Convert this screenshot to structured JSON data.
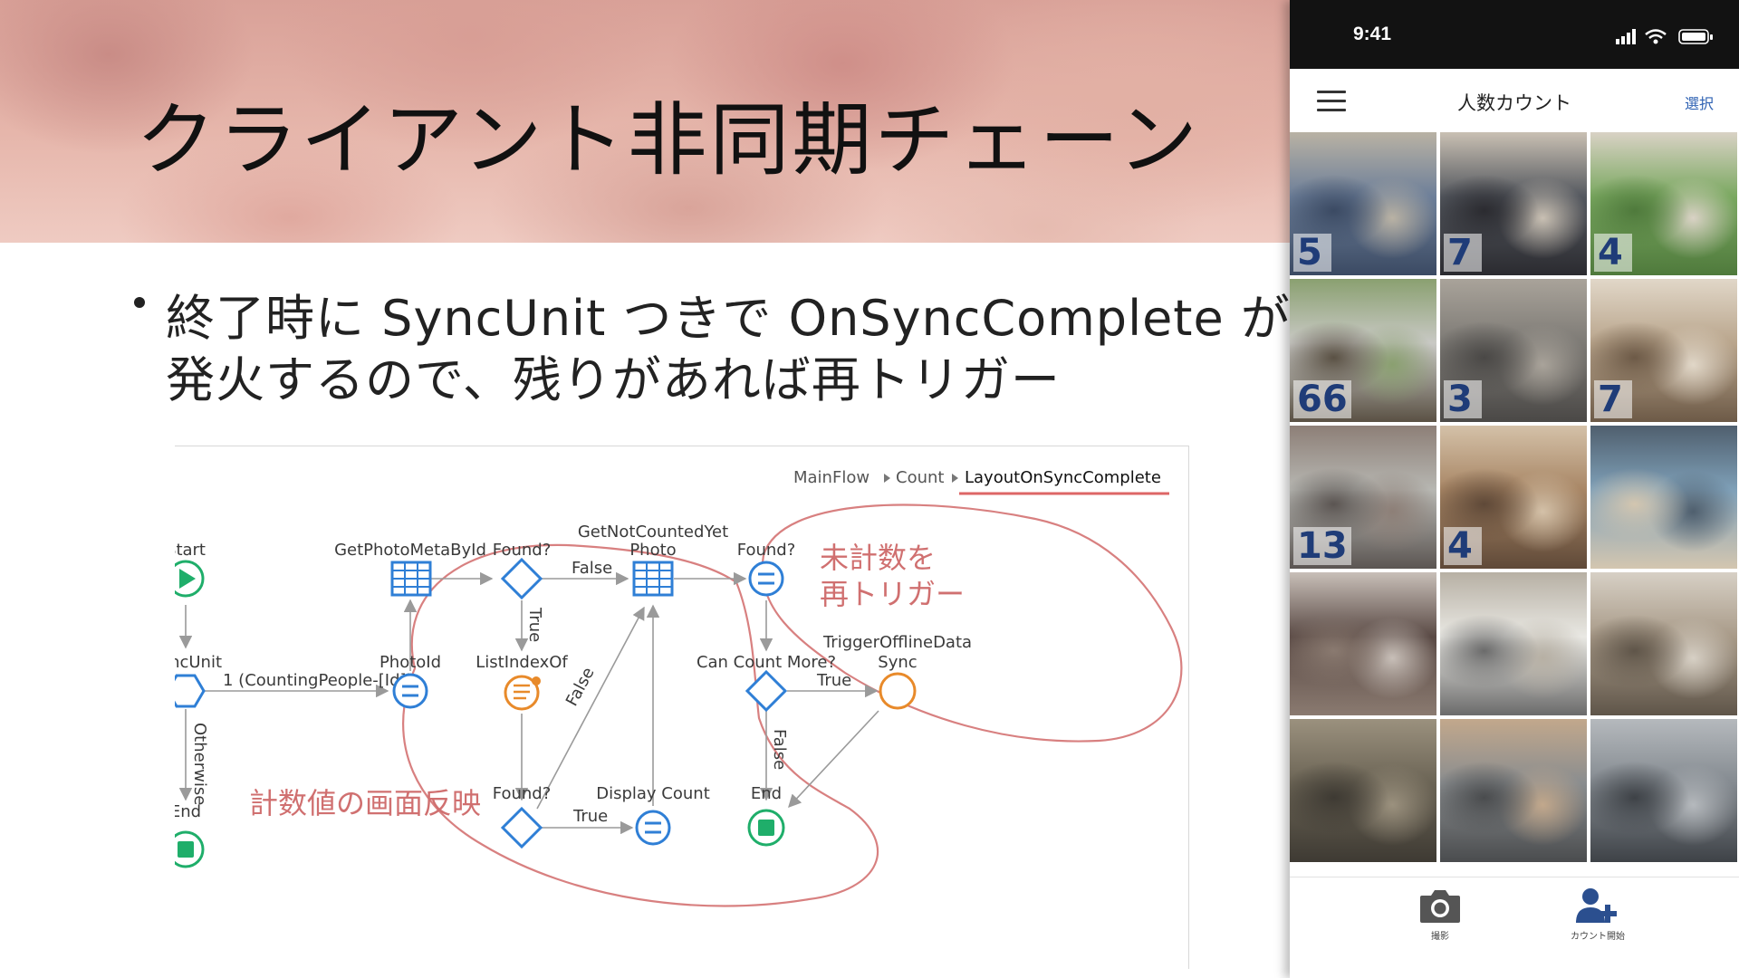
{
  "slide": {
    "title": "クライアント非同期チェーン",
    "bullet_line1": "終了時に SyncUnit つきで OnSyncComplete が",
    "bullet_line2": "発火するので、残りがあれば再トリガー"
  },
  "diagram": {
    "breadcrumb": [
      "MainFlow",
      "Count",
      "LayoutOnSyncComplete"
    ],
    "nodes": {
      "start": "Start",
      "sync_unit": "SyncUnit",
      "end_left": "End",
      "get_photo_meta": "GetPhotoMetaById",
      "photo_id": "PhotoId",
      "found1": "Found?",
      "list_index_of": "ListIndexOf",
      "found2": "Found?",
      "get_not_counted_line1": "GetNotCountedYet",
      "get_not_counted_line2": "Photo",
      "display_count": "Display Count",
      "found3": "Found?",
      "can_count_more": "Can Count More?",
      "trigger_line1": "TriggerOfflineData",
      "trigger_line2": "Sync",
      "end_right": "End"
    },
    "edges": {
      "sync_to_photoid": "1 (CountingPeople-[Id])",
      "otherwise": "Otherwise",
      "found1_true": "True",
      "found1_false": "False",
      "found2_false": "False",
      "found2_true": "True",
      "can_true": "True",
      "can_false": "False"
    },
    "annotations": {
      "retrigger_line1": "未計数を",
      "retrigger_line2": "再トリガー",
      "reflect": "計数値の画面反映"
    },
    "colors": {
      "annotation": "#d07070",
      "start_end": "#1fae6a",
      "aggregate": "#2f7fd6",
      "decision": "#2f7fd6",
      "list_action": "#e88a2a",
      "trigger": "#e88a2a"
    }
  },
  "phone": {
    "status_time": "9:41",
    "nav_title": "人数カウント",
    "nav_select": "選択",
    "tabs": [
      {
        "label": "撮影",
        "icon": "camera-icon"
      },
      {
        "label": "カウント開始",
        "icon": "add-person-icon"
      }
    ],
    "photos": [
      {
        "count": "5",
        "colors": [
          "#6d7f99",
          "#3b4a63",
          "#b9b2a4"
        ]
      },
      {
        "count": "7",
        "colors": [
          "#54585f",
          "#2b2b30",
          "#c9c0b3"
        ]
      },
      {
        "count": "4",
        "colors": [
          "#7aa860",
          "#4f7a3c",
          "#d9d2c5"
        ]
      },
      {
        "count": "66",
        "colors": [
          "#c9c9c5",
          "#5a5144",
          "#8aa070"
        ]
      },
      {
        "count": "3",
        "colors": [
          "#7d7a75",
          "#4a4846",
          "#a9a39a"
        ]
      },
      {
        "count": "7",
        "colors": [
          "#b9a58c",
          "#6d5a47",
          "#e1d7c8"
        ]
      },
      {
        "count": "13",
        "colors": [
          "#b7b7b2",
          "#5b5552",
          "#8d7f77"
        ]
      },
      {
        "count": "4",
        "colors": [
          "#a88665",
          "#5f4938",
          "#d4c1a8"
        ]
      },
      {
        "count": "",
        "colors": [
          "#7fa0b8",
          "#d3c6b0",
          "#4f5f6e"
        ]
      },
      {
        "count": "",
        "colors": [
          "#5a4a45",
          "#8a7a70",
          "#c8bfb8"
        ]
      },
      {
        "count": "",
        "colors": [
          "#e9e8e3",
          "#6b6b6b",
          "#b7b0a4"
        ]
      },
      {
        "count": "",
        "colors": [
          "#a89a88",
          "#5f5549",
          "#d7d0c5"
        ]
      },
      {
        "count": "",
        "colors": [
          "#6b6455",
          "#3e3a33",
          "#9b917e"
        ]
      },
      {
        "count": "",
        "colors": [
          "#8a8d8f",
          "#4a4c4e",
          "#c2a88c"
        ]
      },
      {
        "count": "",
        "colors": [
          "#848a90",
          "#3e4247",
          "#b5b9bd"
        ]
      }
    ]
  }
}
